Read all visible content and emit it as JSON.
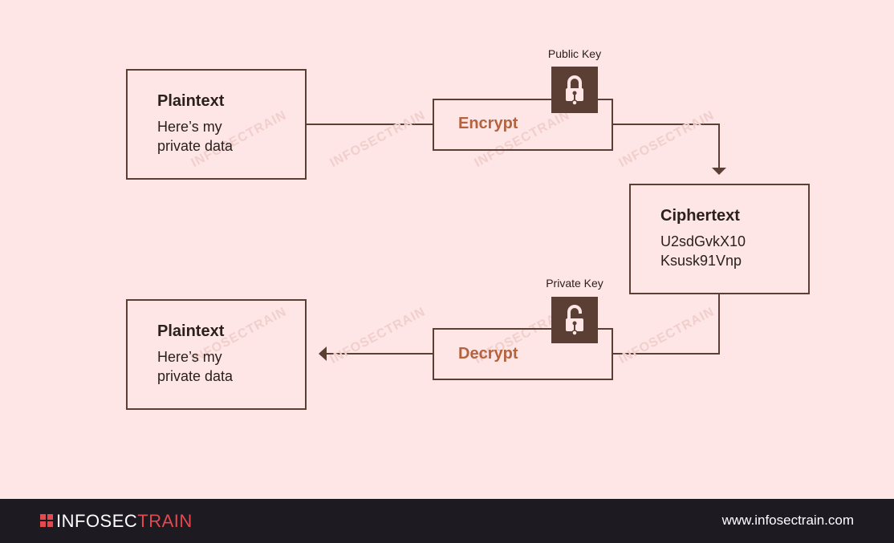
{
  "diagram": {
    "plaintext_top": {
      "title": "Plaintext",
      "line1": "Here’s my",
      "line2": "private data"
    },
    "encrypt": {
      "label": "Encrypt",
      "key_label": "Public Key"
    },
    "ciphertext": {
      "title": "Ciphertext",
      "line1": "U2sdGvkX10",
      "line2": "Ksusk91Vnp"
    },
    "decrypt": {
      "label": "Decrypt",
      "key_label": "Private Key"
    },
    "plaintext_bottom": {
      "title": "Plaintext",
      "line1": "Here’s my",
      "line2": "private data"
    },
    "watermark_text": "INFOSECTRAIN",
    "colors": {
      "background": "#fde6e5",
      "line": "#5b3f34",
      "accent": "#b4633f",
      "lock_bg": "#5b3f34"
    },
    "icons": {
      "locked": "padlock-closed-icon",
      "unlocked": "padlock-open-icon"
    }
  },
  "footer": {
    "logo_part1": "INFOSEC",
    "logo_part2": "TRAIN",
    "website": "www.infosectrain.com",
    "colors": {
      "background": "#1d1a22",
      "logo_accent": "#e24a4f"
    }
  }
}
